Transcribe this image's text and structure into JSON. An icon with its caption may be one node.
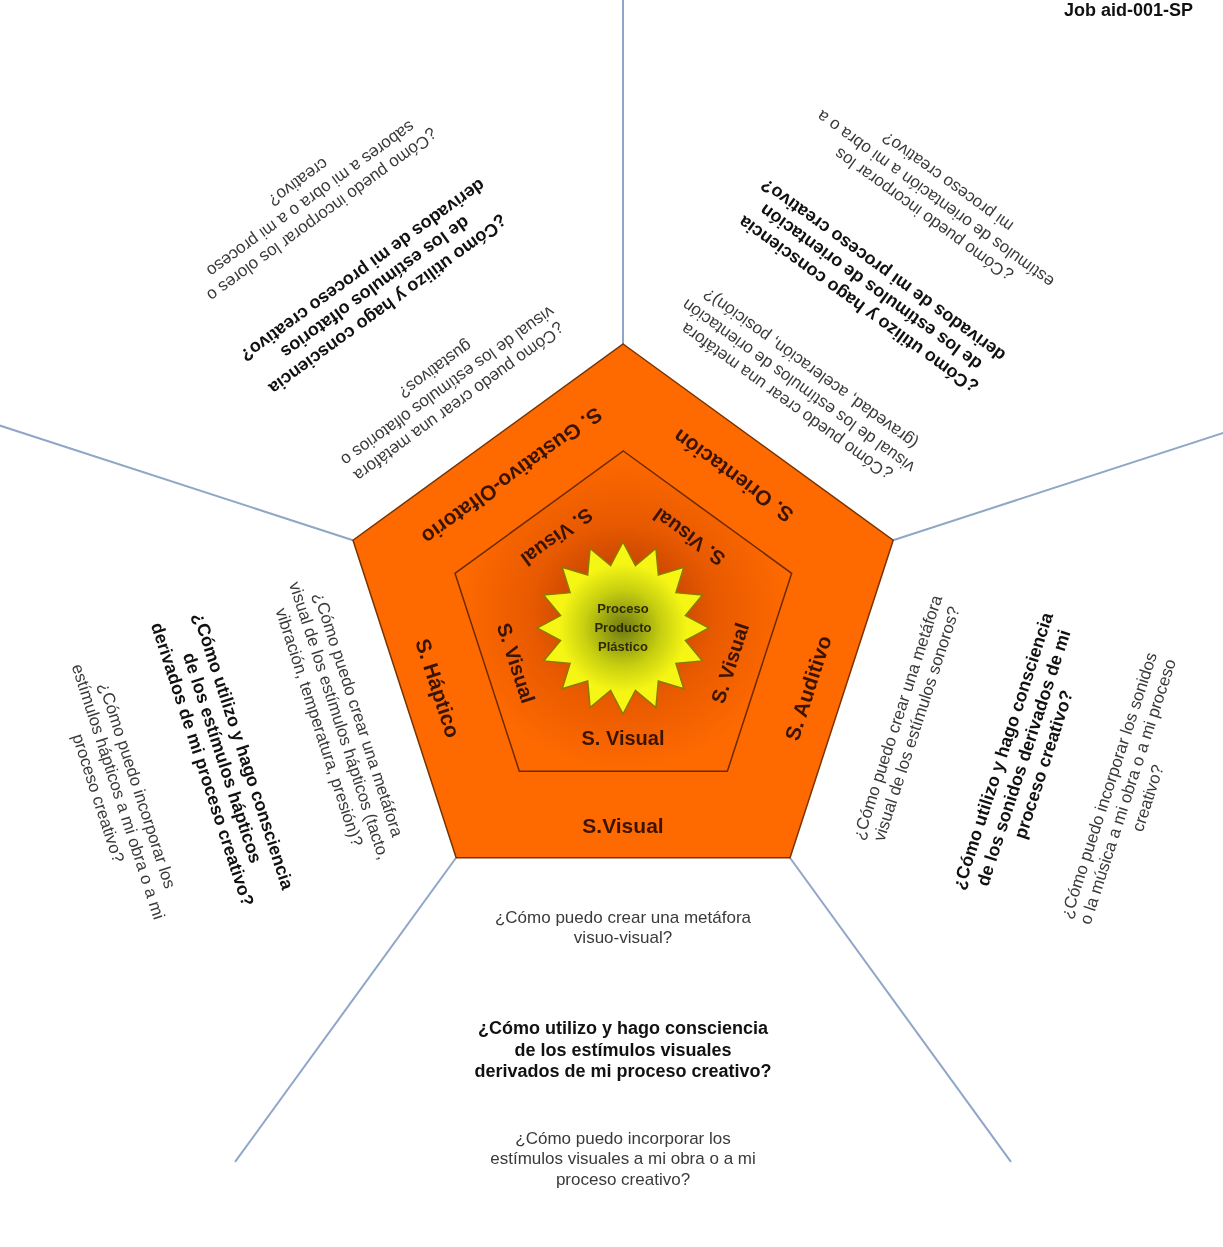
{
  "diagram": {
    "nodes": [
      {
        "text": [
          "S. Gustativo-Olfatorio",
          "S. Orientación",
          "S. Háptico",
          "S. Auditivo",
          "S.Visual"
        ]
      },
      {
        "text": [
          "S. Visual",
          "S. Visual",
          "S. Visual",
          "S. Visual",
          "S. Visual"
        ],
        "in": 0
      },
      {
        "text": [
          "Proceso Producto Plástico"
        ],
        "in": 1
      }
    ],
    "labels": [
      "Job aid-001-SP",
      "¿Cómo puedo crear una metáfora visual de los estímulos olfatorios o gustativos?",
      "¿Cómo utilizo y hago consciencia de los estímulos olfatorios derivados de mi proceso creativo?",
      "¿Cómo puedo incorporar los olores o sabores a mi obra o a mi proceso creativo?",
      "¿Cómo puedo crear una metáfora visual de los estímulos de orientación (gravedad, aceleración, posición)?",
      "¿Cómo utilizo y hago consciencia de los estímulos de orientación derivados de mi proceso creativo?",
      "¿Cómo puedo incorporar los estímulos de orientación a mi obra o a mi proceso creativo?",
      "¿Cómo puedo crear una metáfora visual de los estímulos hápticos (tacto, vibración, temperatura, presión)?",
      "¿Cómo utilizo y hago consciencia de los estímulos hápticos derivados de mi proceso creativo?",
      "¿Cómo puedo incorporar los estímulos hápticos a mi obra o a mi proceso creativo?",
      "¿Cómo puedo crear una metáfora visual de los estímulos sonoros?",
      "¿Cómo utilizo y hago consciencia de los sonidos derivados de mi proceso creativo?",
      "¿Cómo puedo incorporar los sonidos o la música a mi obra o a mi proceso creativo?",
      "¿Cómo puedo crear una metáfora visuo-visual?",
      "¿Cómo utilizo y hago consciencia de los estímulos visuales derivados de mi proceso creativo?",
      "¿Cómo puedo incorporar los estímulos visuales a mi obra o a mi proceso creativo?"
    ]
  }
}
